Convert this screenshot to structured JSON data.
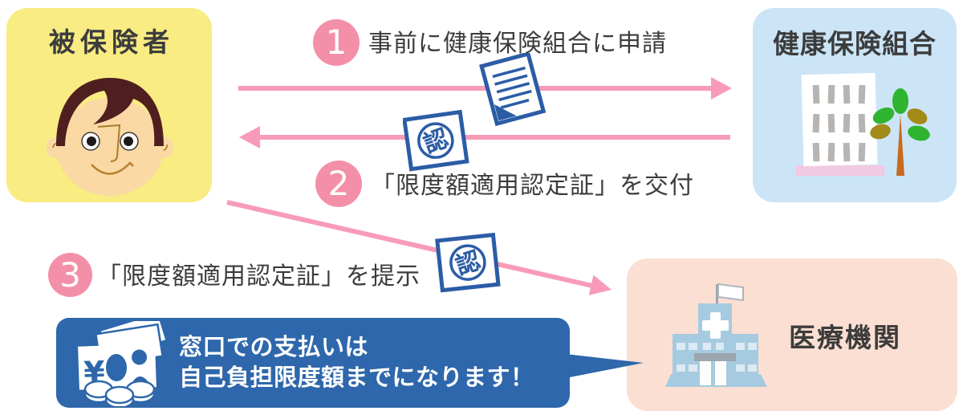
{
  "actors": {
    "insured": {
      "label": "被保険者"
    },
    "insurer": {
      "label": "健康保険組合"
    },
    "medical": {
      "label": "医療機関"
    }
  },
  "steps": [
    {
      "number": "1",
      "label": "事前に健康保険組合に申請"
    },
    {
      "number": "2",
      "label": "「限度額適用認定証」を交付"
    },
    {
      "number": "3",
      "label": "「限度額適用認定証」を提示"
    }
  ],
  "callout": {
    "line1": "窓口での支払いは",
    "line2": "自己負担限度額までになります！",
    "currency_glyph": "¥"
  },
  "stamp": {
    "character": "認"
  },
  "icons": [
    "document-icon",
    "certificate-stamp-icon",
    "money-icon",
    "face-illustration",
    "office-building-illustration",
    "tree-illustration",
    "hospital-illustration",
    "flag-icon",
    "cross-icon"
  ],
  "colors": {
    "insured_box": "#F8EC82",
    "insurer_box": "#CBE5F7",
    "medical_box": "#FBDFD3",
    "arrow_pink": "#F89BB8",
    "step_circle_pink": "#F48FA9",
    "callout_blue": "#2E67AB",
    "stamp_blue": "#2B5CA6",
    "label_gray": "#3C3C3C"
  }
}
